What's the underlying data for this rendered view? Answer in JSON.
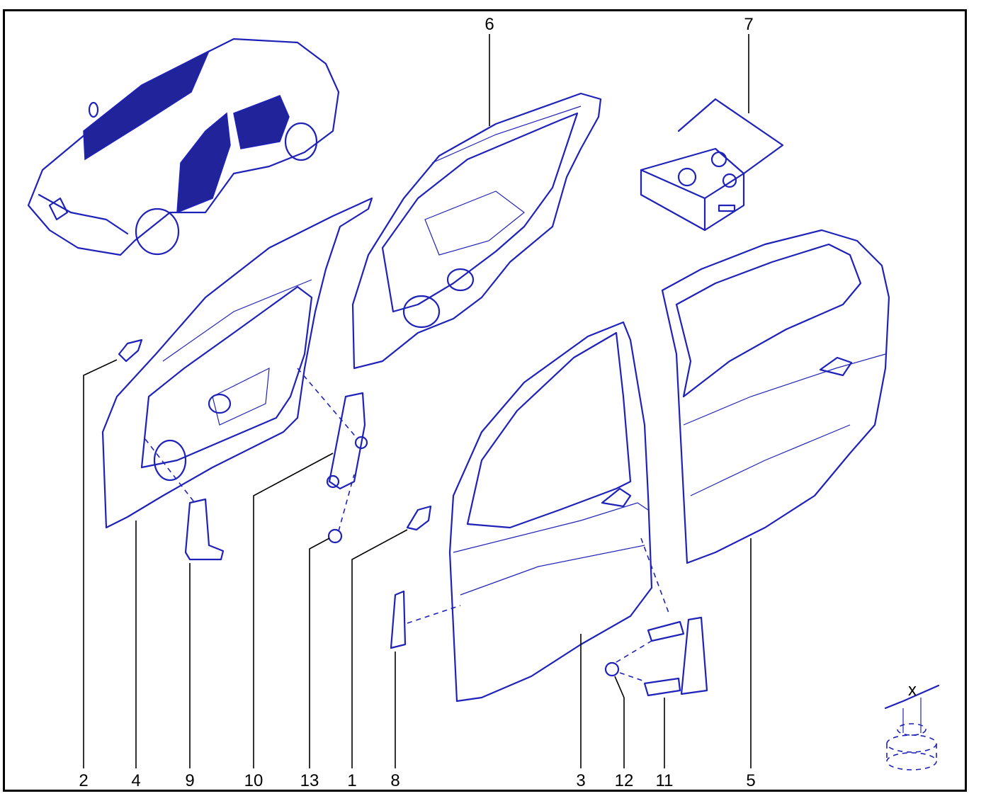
{
  "callouts": {
    "c1": "1",
    "c2": "2",
    "c3": "3",
    "c4": "4",
    "c5": "5",
    "c6": "6",
    "c7": "7",
    "c8": "8",
    "c9": "9",
    "c10": "10",
    "c11": "11",
    "c12": "12",
    "c13": "13",
    "dim_x": "x"
  },
  "colors": {
    "line_art": "#1f22b8",
    "frame": "#000000",
    "background": "#ffffff"
  }
}
